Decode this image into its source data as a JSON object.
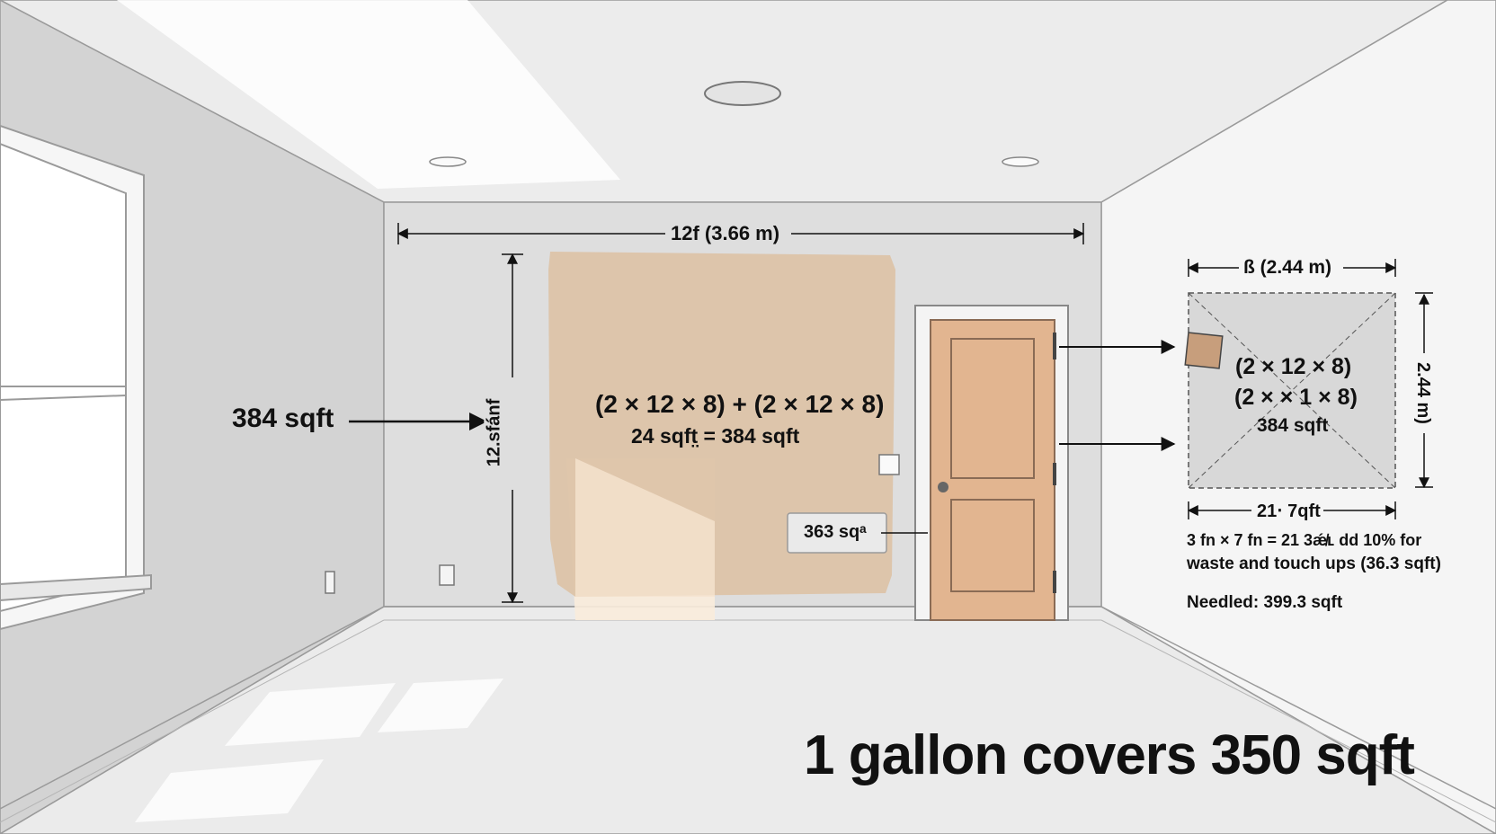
{
  "labels": {
    "wall_width": "12f (3.66 m)",
    "wall_height": "12.sfánf",
    "left_area": "384 sqft",
    "formula_line1": "(2 × 12 × 8) + (2 × 12 × 8)",
    "formula_line2": "24 sqft̤ = 384 sqft",
    "door_area": "363 sqᵃ",
    "inset_width": "ß (2.44 m)",
    "inset_height": "2.44 m)",
    "inset_line1": "(2 × 12 × 8)",
    "inset_line2": "(2 × × 1 × 8)",
    "inset_line3": "384 sqft",
    "inset_bottom": "21‧ 7qft",
    "note_line1": "3 fn × 7 fn = 21 3ǽ̸ʟ dd 10% for",
    "note_line2": "waste and touch ups (36.3 sqft)",
    "needed": "Needled: 399.3 sqft",
    "coverage": "1 gallon covers 350 sqft"
  },
  "colors": {
    "paint_swatch": "#dcc2a6",
    "door": "#e2b590",
    "wall": "#dedede",
    "side_wall": "#d3d3d3",
    "ceiling": "#ececec",
    "floor": "#ebebeb"
  }
}
